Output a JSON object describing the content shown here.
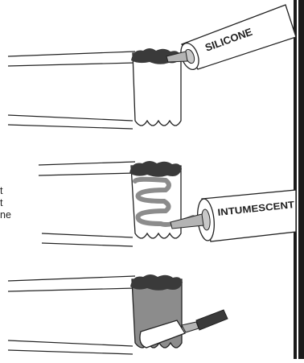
{
  "labels": {
    "silicone": "SILICONE",
    "intumescent": "INTUMESCENT"
  },
  "margin_text": {
    "line1": "t",
    "line2": "t",
    "line3": "ne"
  },
  "colors": {
    "seal_black": "#3a3a3a",
    "grey_fill": "#8c8c8c",
    "light_grey": "#b4b4b4",
    "divider": "#1a1a1a"
  }
}
